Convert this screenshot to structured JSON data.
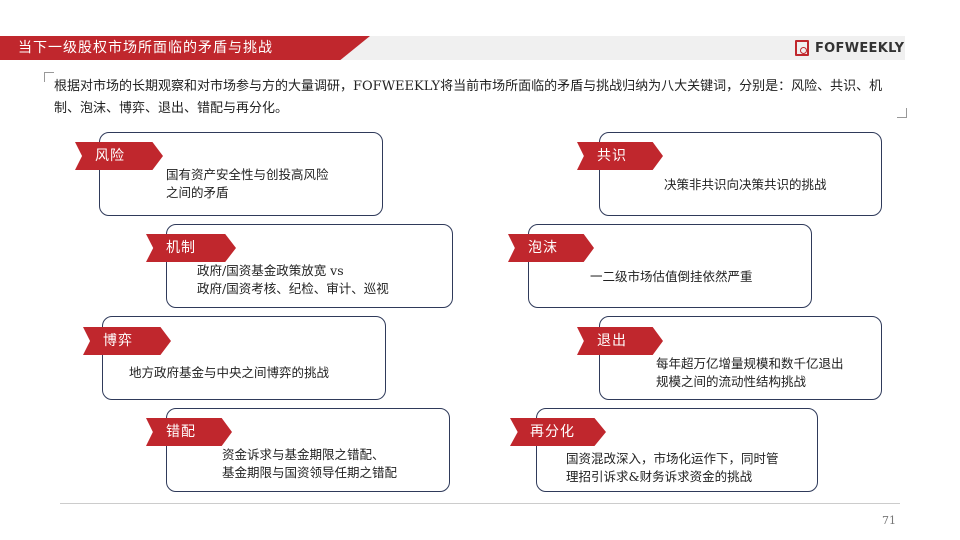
{
  "header": {
    "title": "当下一级股权市场所面临的矛盾与挑战",
    "logo_text": "FOFWEEKLY",
    "accent_color": "#c0272d"
  },
  "intro": "根据对市场的长期观察和对市场参与方的大量调研，FOFWEEKLY将当前市场所面临的矛盾与挑战归纳为八大关键词，分别是：风险、共识、机制、泡沫、博弈、退出、错配与再分化。",
  "cards": [
    {
      "tag": "风险",
      "text": "国有资产安全性与创投高风险\n之间的矛盾"
    },
    {
      "tag": "共识",
      "text": "决策非共识向决策共识的挑战"
    },
    {
      "tag": "机制",
      "text": "政府/国资基金政策放宽 vs\n政府/国资考核、纪检、审计、巡视"
    },
    {
      "tag": "泡沫",
      "text": "一二级市场估值倒挂依然严重"
    },
    {
      "tag": "博弈",
      "text": "地方政府基金与中央之间博弈的挑战"
    },
    {
      "tag": "退出",
      "text": "每年超万亿增量规模和数千亿退出\n规模之间的流动性结构挑战"
    },
    {
      "tag": "错配",
      "text": "资金诉求与基金期限之错配、\n基金期限与国资领导任期之错配"
    },
    {
      "tag": "再分化",
      "text": "国资混改深入，市场化运作下，同时管\n理招引诉求&财务诉求资金的挑战"
    }
  ],
  "page_number": "71"
}
